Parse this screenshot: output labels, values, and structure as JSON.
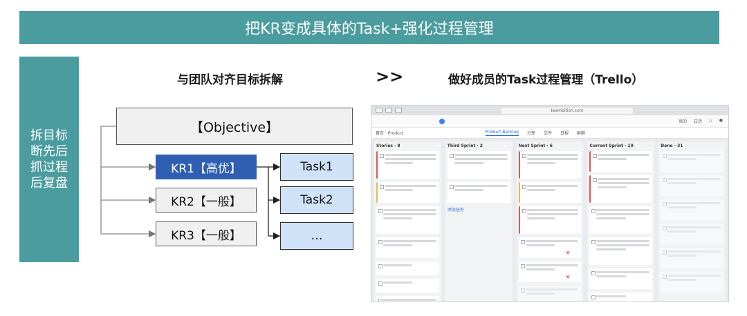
{
  "banner": {
    "title": "把KR变成具体的Task+强化过程管理"
  },
  "sidebar": {
    "text": "拆目标\n断先后\n抓过程\n后复盘"
  },
  "left_section": {
    "heading": "与团队对齐目标拆解",
    "objective": "【Objective】",
    "krs": [
      {
        "label": "KR1【高优】",
        "highlight": true
      },
      {
        "label": "KR2【一般】",
        "highlight": false
      },
      {
        "label": "KR3【一般】",
        "highlight": false
      }
    ],
    "tasks": [
      "Task1",
      "Task2",
      "…"
    ]
  },
  "separator": ">>",
  "right_section": {
    "heading": "做好成员的Task过程管理（Trello）",
    "trello": {
      "url": "teambition.com",
      "breadcrumb": "首页 · Product",
      "toolbar_right": [
        "我的",
        "日历"
      ],
      "tabs": [
        {
          "label": "Product Backlog",
          "active": true
        },
        {
          "label": "分享",
          "active": false
        },
        {
          "label": "文件",
          "active": false
        },
        {
          "label": "日程",
          "active": false
        },
        {
          "label": "群聊",
          "active": false
        }
      ],
      "columns": [
        {
          "title": "Stories · 8"
        },
        {
          "title": "Third Sprint · 2"
        },
        {
          "title": "Next Sprint · 6"
        },
        {
          "title": "Current Sprint · 10"
        },
        {
          "title": "Done · 31"
        }
      ],
      "add_task": "添加任务"
    }
  },
  "colors": {
    "teal": "#4a9c9f",
    "kr_highlight": "#2e5fb2",
    "task_fill": "#cfe2f8"
  }
}
